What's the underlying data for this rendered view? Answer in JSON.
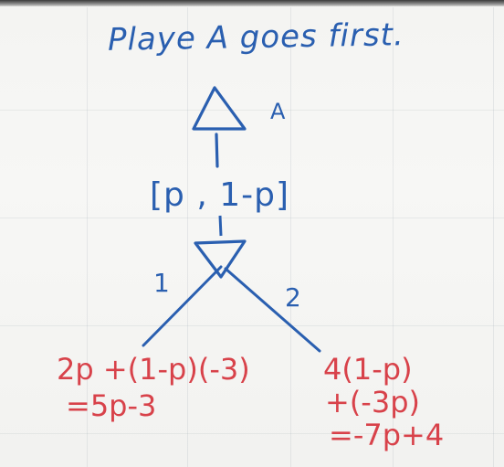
{
  "title": "Playe A goes first.",
  "root_label": "A",
  "belief": "[p , 1-p]",
  "branches": {
    "left": "1",
    "right": "2"
  },
  "left_outcome": {
    "line1": "2p +(1-p)(-3)",
    "line2": "=5p-3"
  },
  "right_outcome": {
    "line1": "4(1-p)",
    "line2": "+(-3p)",
    "line3": "=-7p+4"
  },
  "colors": {
    "blue_ink": "#2a5fb0",
    "red_ink": "#d8424a",
    "board": "#f4f4f2"
  }
}
